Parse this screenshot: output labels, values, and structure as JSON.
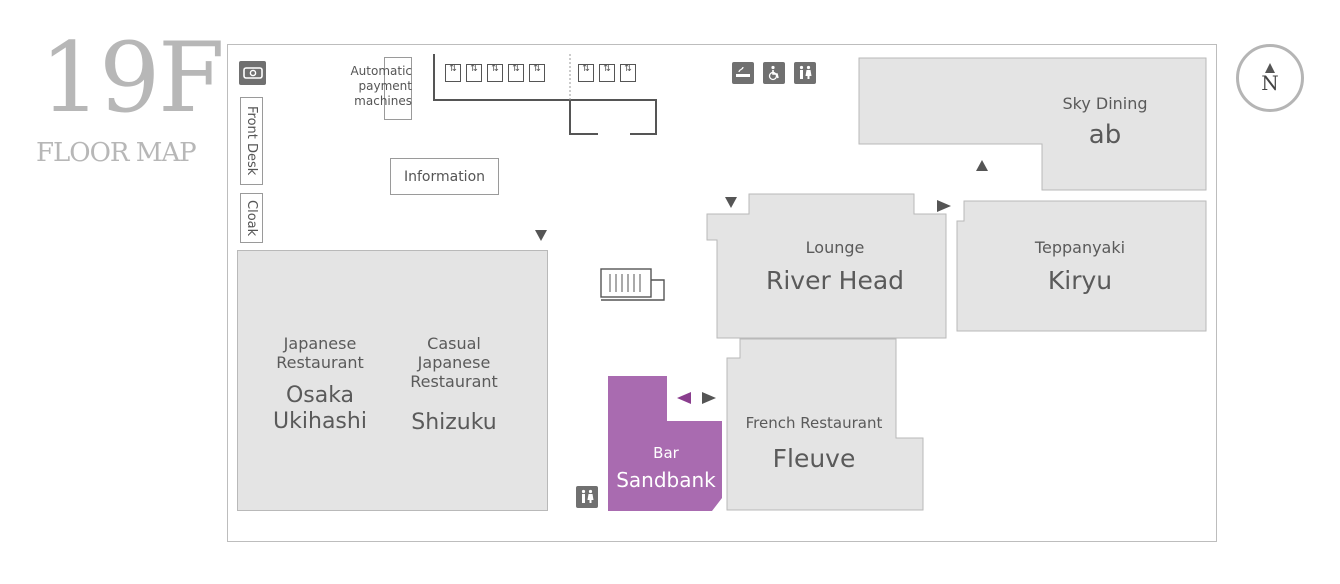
{
  "floor": {
    "number": "19F",
    "label": "FLOOR MAP"
  },
  "compass": {
    "letter": "N"
  },
  "facilities": {
    "automatic_payment": "Automatic payment machines",
    "front_desk": "Front Desk",
    "cloak": "Cloak",
    "information": "Information"
  },
  "restaurants": {
    "sky_dining": {
      "type": "Sky Dining",
      "name": "ab"
    },
    "lounge": {
      "type": "Lounge",
      "name": "River Head"
    },
    "teppanyaki": {
      "type": "Teppanyaki",
      "name": "Kiryu"
    },
    "japanese": {
      "type": "Japanese Restaurant",
      "name": "Osaka Ukihashi"
    },
    "casual_japanese": {
      "type": "Casual Japanese Restaurant",
      "name": "Shizuku"
    },
    "bar": {
      "type": "Bar",
      "name": "Sandbank"
    },
    "french": {
      "type": "French Restaurant",
      "name": "Fleuve"
    }
  },
  "colors": {
    "room_fill": "#e4e4e4",
    "highlight": "#a96bb0",
    "arrow": "#555555",
    "highlight_arrow": "#8a3e8e"
  },
  "icons": [
    "money-icon",
    "elevator-icon",
    "smoking-area-icon",
    "wheelchair-icon",
    "restroom-icon",
    "stairs-icon",
    "compass-icon"
  ]
}
